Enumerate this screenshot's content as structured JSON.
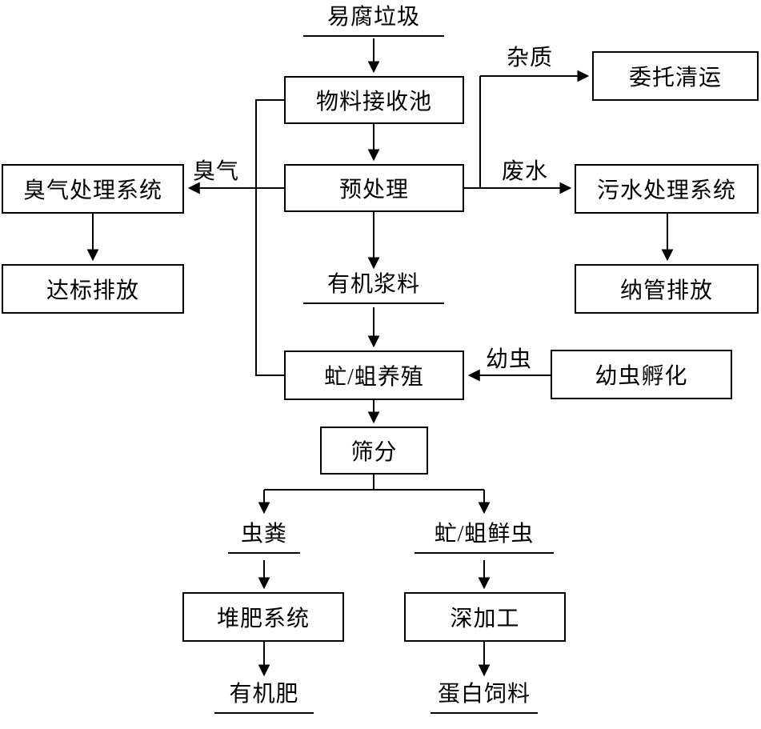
{
  "diagram": {
    "type": "flowchart",
    "nodes": {
      "perishable_waste": "易腐垃圾",
      "material_receiving_pool": "物料接收池",
      "pretreatment": "预处理",
      "entrusted_removal": "委托清运",
      "odor_treatment_system": "臭气处理系统",
      "standard_discharge": "达标排放",
      "sewage_treatment_system": "污水处理系统",
      "pipe_discharge": "纳管排放",
      "organic_slurry": "有机浆料",
      "fly_maggot_breeding": "虻/蛆养殖",
      "larva_hatching": "幼虫孵化",
      "screening": "筛分",
      "insect_manure": "虫粪",
      "fresh_insects": "虻/蛆鲜虫",
      "composting_system": "堆肥系统",
      "deep_processing": "深加工",
      "organic_fertilizer": "有机肥",
      "protein_feed": "蛋白饲料"
    },
    "edge_labels": {
      "impurities": "杂质",
      "wastewater": "废水",
      "odor": "臭气",
      "larvae": "幼虫"
    },
    "colors": {
      "line": "#000000",
      "background": "#ffffff",
      "text": "#000000"
    }
  }
}
